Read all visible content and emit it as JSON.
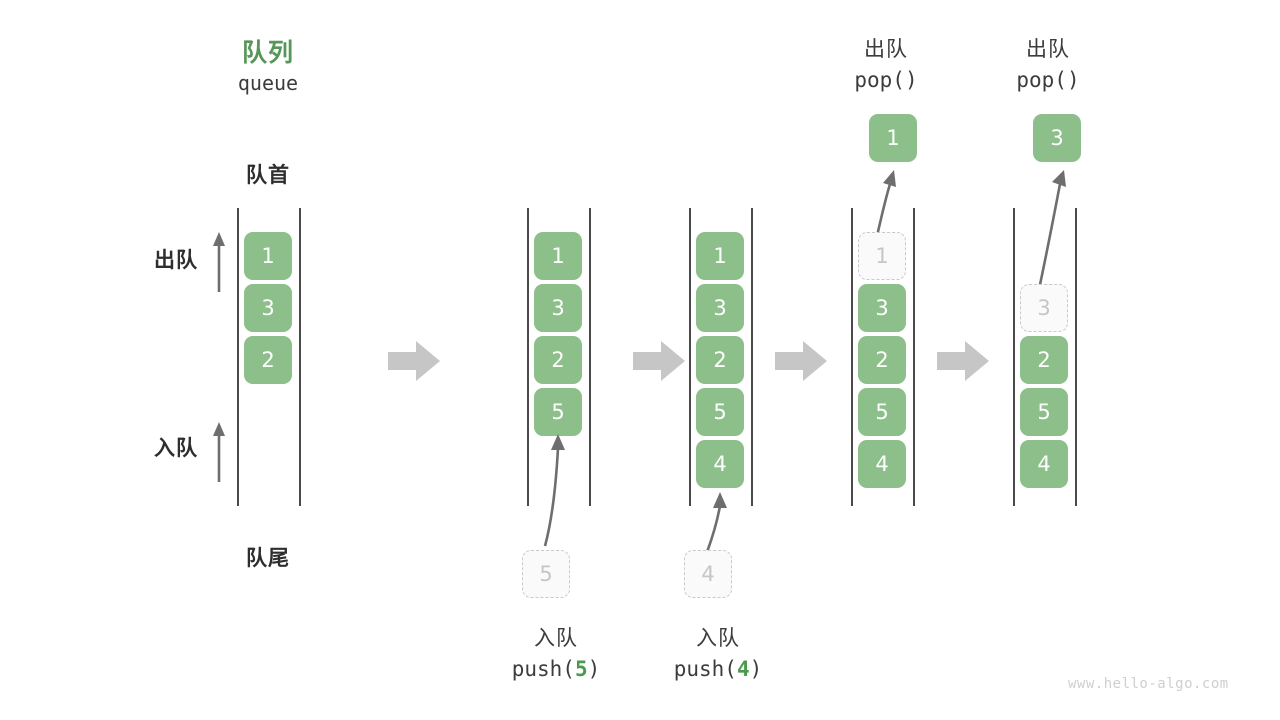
{
  "diagram": {
    "title_cn": "队列",
    "title_en": "queue",
    "front_label": "队首",
    "rear_label": "队尾",
    "dequeue_label": "出队",
    "enqueue_label": "入队",
    "watermark": "www.hello-algo.com",
    "accent_color": "#579659",
    "box_color": "#8dbf8b",
    "ghost_color": "#c6c6c6",
    "arrow_color": "#6e6e6e",
    "step_arrow_color": "#c6c6c6"
  },
  "panels": [
    {
      "id": "panel-initial",
      "boxes": [
        "1",
        "3",
        "2"
      ],
      "ghost_index": -1,
      "op_cn": "",
      "op_fn": "",
      "op_arg": "",
      "result_value": "",
      "incoming_value": ""
    },
    {
      "id": "panel-push-5",
      "boxes": [
        "1",
        "3",
        "2",
        "5"
      ],
      "ghost_index": -1,
      "op_cn": "入队",
      "op_fn_prefix": "push(",
      "op_arg": "5",
      "op_fn_suffix": ")",
      "incoming_value": "5",
      "result_value": ""
    },
    {
      "id": "panel-push-4",
      "boxes": [
        "1",
        "3",
        "2",
        "5",
        "4"
      ],
      "ghost_index": -1,
      "op_cn": "入队",
      "op_fn_prefix": "push(",
      "op_arg": "4",
      "op_fn_suffix": ")",
      "incoming_value": "4",
      "result_value": ""
    },
    {
      "id": "panel-pop-1",
      "boxes": [
        "1",
        "3",
        "2",
        "5",
        "4"
      ],
      "ghost_index": 0,
      "op_cn": "出队",
      "op_fn_prefix": "pop(",
      "op_arg": "",
      "op_fn_suffix": ")",
      "incoming_value": "",
      "result_value": "1"
    },
    {
      "id": "panel-pop-3",
      "boxes": [
        "3",
        "2",
        "5",
        "4"
      ],
      "ghost_index": 0,
      "op_cn": "出队",
      "op_fn_prefix": "pop(",
      "op_arg": "",
      "op_fn_suffix": ")",
      "incoming_value": "",
      "result_value": "3"
    }
  ],
  "step_arrows": 4
}
